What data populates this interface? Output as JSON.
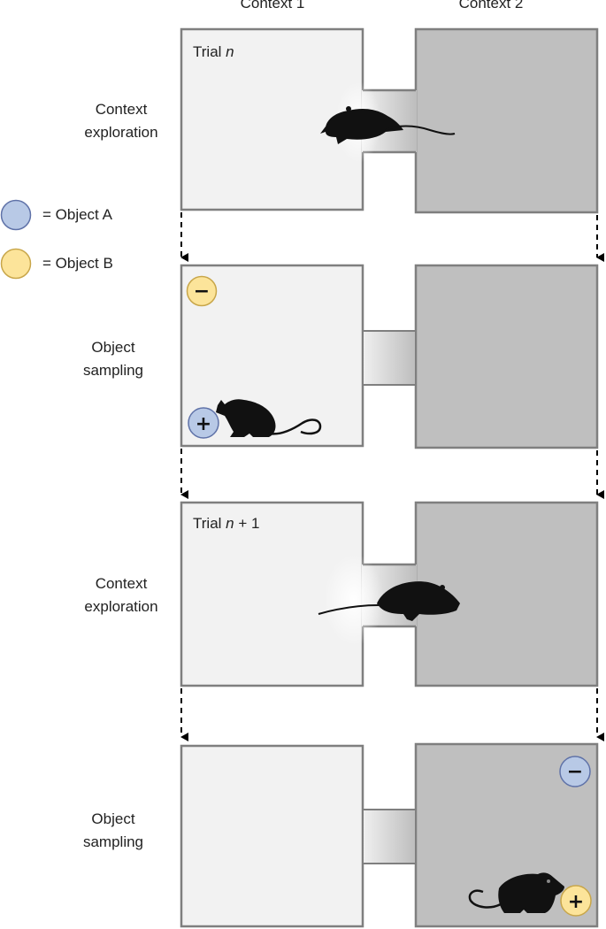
{
  "columns": {
    "context1": "Context 1",
    "context2": "Context 2"
  },
  "rows": [
    {
      "label_line1": "Context",
      "label_line2": "exploration",
      "trial_prefix": "Trial ",
      "trial_n": "n",
      "trial_suffix": ""
    },
    {
      "label_line1": "Object",
      "label_line2": "sampling"
    },
    {
      "label_line1": "Context",
      "label_line2": "exploration",
      "trial_prefix": "Trial ",
      "trial_n": "n",
      "trial_suffix": " + 1"
    },
    {
      "label_line1": "Object",
      "label_line2": "sampling"
    }
  ],
  "legend": [
    {
      "label": "= Object A",
      "color": "#b8c9e6"
    },
    {
      "label": "= Object B",
      "color": "#fce49a"
    }
  ],
  "objects": {
    "plus": "+",
    "minus": "−"
  },
  "colors": {
    "context1_fill": "#f2f2f2",
    "context1_stroke": "#7f7f7f",
    "context2_fill": "#bfbfbf",
    "context2_stroke": "#7f7f7f",
    "rat": "#111111"
  }
}
